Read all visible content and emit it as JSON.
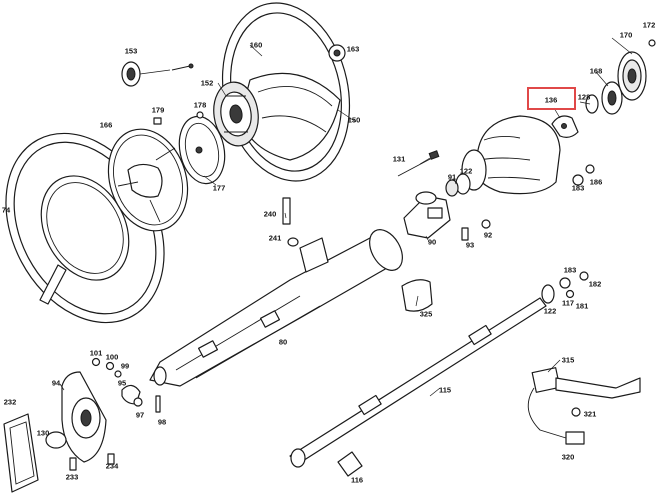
{
  "diagram": {
    "highlight_color": "#e04848",
    "highlighted_part": "136",
    "callouts": [
      {
        "key": "n153",
        "label": "153"
      },
      {
        "key": "n160",
        "label": "160"
      },
      {
        "key": "n163",
        "label": "163"
      },
      {
        "key": "n152",
        "label": "152"
      },
      {
        "key": "n179",
        "label": "179"
      },
      {
        "key": "n166",
        "label": "166"
      },
      {
        "key": "n178",
        "label": "178"
      },
      {
        "key": "n150",
        "label": "150"
      },
      {
        "key": "n177",
        "label": "177"
      },
      {
        "key": "n136",
        "label": "136"
      },
      {
        "key": "n128",
        "label": "128"
      },
      {
        "key": "n168",
        "label": "168"
      },
      {
        "key": "n170",
        "label": "170"
      },
      {
        "key": "n172",
        "label": "172"
      },
      {
        "key": "n131",
        "label": "131"
      },
      {
        "key": "n122a",
        "label": "122"
      },
      {
        "key": "n91",
        "label": "91"
      },
      {
        "key": "n183",
        "label": "183"
      },
      {
        "key": "n186",
        "label": "186"
      },
      {
        "key": "n74",
        "label": "74"
      },
      {
        "key": "n240",
        "label": "240"
      },
      {
        "key": "n241",
        "label": "241"
      },
      {
        "key": "n90",
        "label": "90"
      },
      {
        "key": "n93",
        "label": "93"
      },
      {
        "key": "n92",
        "label": "92"
      },
      {
        "key": "n183b",
        "label": "183"
      },
      {
        "key": "n117",
        "label": "117"
      },
      {
        "key": "n182",
        "label": "182"
      },
      {
        "key": "n181",
        "label": "181"
      },
      {
        "key": "n122b",
        "label": "122"
      },
      {
        "key": "n325",
        "label": "325"
      },
      {
        "key": "n80",
        "label": "80"
      },
      {
        "key": "n101",
        "label": "101"
      },
      {
        "key": "n100",
        "label": "100"
      },
      {
        "key": "n99",
        "label": "99"
      },
      {
        "key": "n94",
        "label": "94"
      },
      {
        "key": "n95",
        "label": "95"
      },
      {
        "key": "n97",
        "label": "97"
      },
      {
        "key": "n98",
        "label": "98"
      },
      {
        "key": "n315",
        "label": "315"
      },
      {
        "key": "n115",
        "label": "115"
      },
      {
        "key": "n321",
        "label": "321"
      },
      {
        "key": "n232",
        "label": "232"
      },
      {
        "key": "n130",
        "label": "130"
      },
      {
        "key": "n234",
        "label": "234"
      },
      {
        "key": "n233",
        "label": "233"
      },
      {
        "key": "n116",
        "label": "116"
      },
      {
        "key": "n320",
        "label": "320"
      }
    ]
  }
}
